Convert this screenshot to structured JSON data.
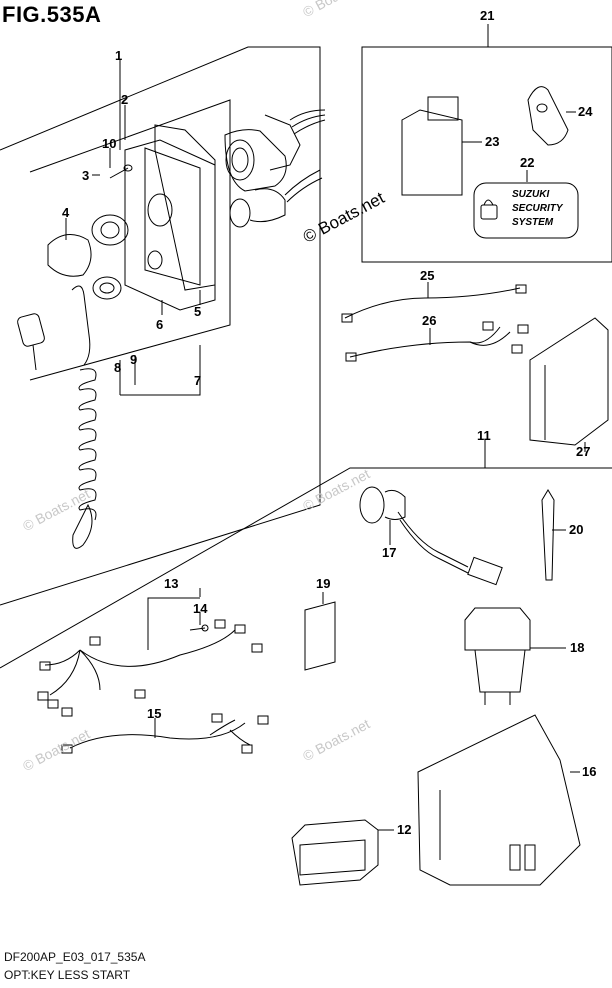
{
  "figure": {
    "title": "FIG.535A",
    "footer_code": "DF200AP_E03_017_535A",
    "footer_caption": "OPT:KEY LESS START",
    "watermark": "© Boats.net"
  },
  "callouts": [
    {
      "id": "1",
      "label": "1"
    },
    {
      "id": "2",
      "label": "2"
    },
    {
      "id": "3",
      "label": "3"
    },
    {
      "id": "4",
      "label": "4"
    },
    {
      "id": "5",
      "label": "5"
    },
    {
      "id": "6",
      "label": "6"
    },
    {
      "id": "7",
      "label": "7"
    },
    {
      "id": "8",
      "label": "8"
    },
    {
      "id": "9",
      "label": "9"
    },
    {
      "id": "10",
      "label": "10"
    },
    {
      "id": "11",
      "label": "11"
    },
    {
      "id": "12",
      "label": "12"
    },
    {
      "id": "13",
      "label": "13"
    },
    {
      "id": "14",
      "label": "14"
    },
    {
      "id": "15",
      "label": "15"
    },
    {
      "id": "16",
      "label": "16"
    },
    {
      "id": "17",
      "label": "17"
    },
    {
      "id": "18",
      "label": "18"
    },
    {
      "id": "19",
      "label": "19"
    },
    {
      "id": "20",
      "label": "20"
    },
    {
      "id": "21",
      "label": "21"
    },
    {
      "id": "22",
      "label": "22"
    },
    {
      "id": "23",
      "label": "23"
    },
    {
      "id": "24",
      "label": "24"
    },
    {
      "id": "25",
      "label": "25"
    },
    {
      "id": "26",
      "label": "26"
    },
    {
      "id": "27",
      "label": "27"
    }
  ],
  "security_sticker": {
    "line1": "SUZUKI",
    "line2": "SECURITY",
    "line3": "SYSTEM"
  },
  "colors": {
    "line": "#000000",
    "watermark_faint": "#bfbfbf"
  }
}
